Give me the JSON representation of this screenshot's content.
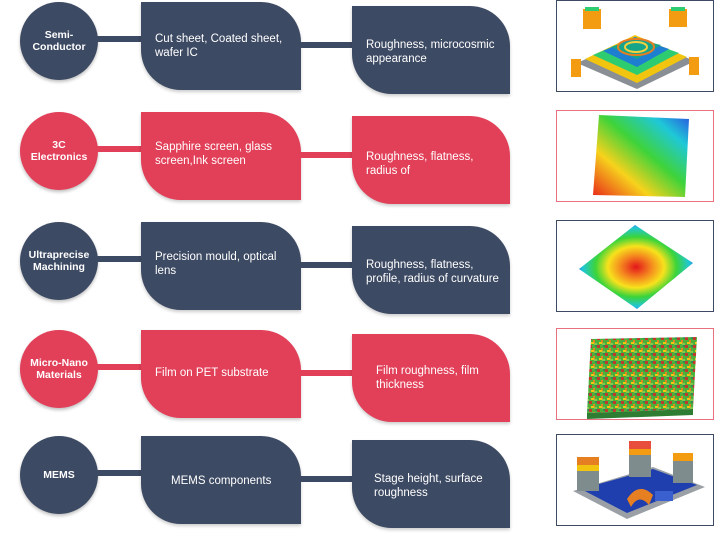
{
  "colors": {
    "navy": "#3d4a63",
    "red": "#e23f58"
  },
  "rows": [
    {
      "category": [
        "Semi-",
        "Conductor"
      ],
      "application": "Cut sheet, Coated sheet, wafer IC",
      "measurement": "Roughness, microcosmic appearance",
      "image_icon": "3d-wafer-surface-icon",
      "color": "navy"
    },
    {
      "category": [
        "3C",
        "Electronics"
      ],
      "application": "Sapphire screen, glass screen,Ink screen",
      "measurement": "Roughness, flatness, radius of",
      "image_icon": "gradient-flat-surface-icon",
      "color": "red"
    },
    {
      "category": [
        "Ultraprecise",
        "Machining"
      ],
      "application": "Precision mould, optical lens",
      "measurement": "Roughness, flatness, profile, radius of curvature",
      "image_icon": "lens-curvature-map-icon",
      "color": "navy"
    },
    {
      "category": [
        "Micro-Nano",
        "Materials"
      ],
      "application": "Film on PET substrate",
      "measurement": "Film roughness, film thickness",
      "image_icon": "film-texture-map-icon",
      "color": "red"
    },
    {
      "category": [
        "MEMS"
      ],
      "application": "MEMS components",
      "measurement": "Stage height, surface roughness",
      "image_icon": "mems-3d-structure-icon",
      "color": "navy"
    }
  ]
}
